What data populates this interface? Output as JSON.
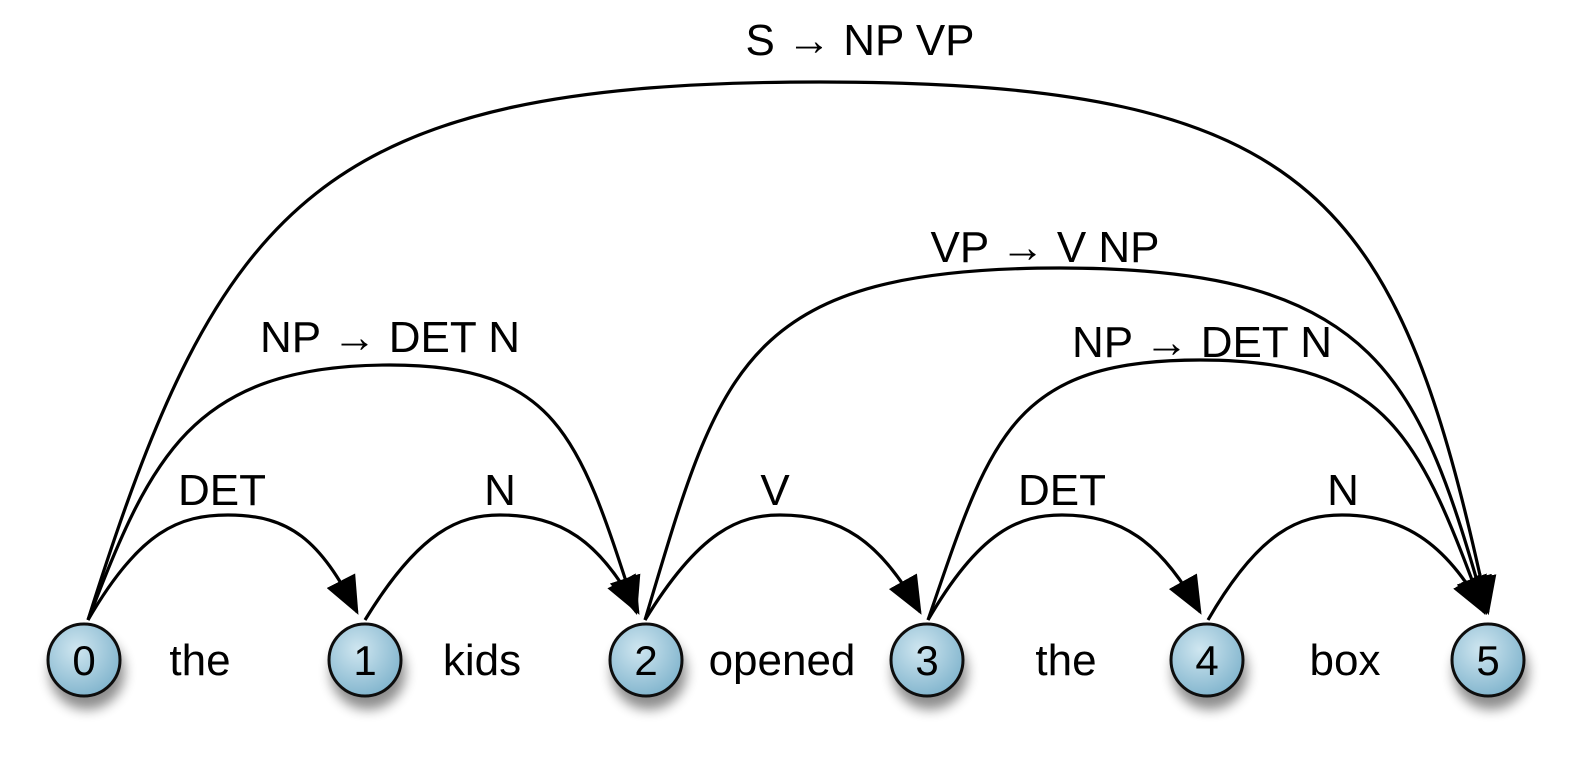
{
  "colors": {
    "node_fill_light": "#cfe6f0",
    "node_fill_dark": "#7fb3cc",
    "node_stroke": "#111111",
    "edge": "#000000"
  },
  "nodes": [
    "0",
    "1",
    "2",
    "3",
    "4",
    "5"
  ],
  "words": [
    "the",
    "kids",
    "opened",
    "the",
    "box"
  ],
  "edges": [
    {
      "from": 0,
      "to": 1,
      "label": "DET"
    },
    {
      "from": 1,
      "to": 2,
      "label": "N"
    },
    {
      "from": 2,
      "to": 3,
      "label": "V"
    },
    {
      "from": 3,
      "to": 4,
      "label": "DET"
    },
    {
      "from": 4,
      "to": 5,
      "label": "N"
    },
    {
      "from": 0,
      "to": 2,
      "label": "NP → DET N"
    },
    {
      "from": 3,
      "to": 5,
      "label": "NP → DET N"
    },
    {
      "from": 2,
      "to": 5,
      "label": "VP → V NP"
    },
    {
      "from": 0,
      "to": 5,
      "label": "S → NP VP"
    }
  ]
}
